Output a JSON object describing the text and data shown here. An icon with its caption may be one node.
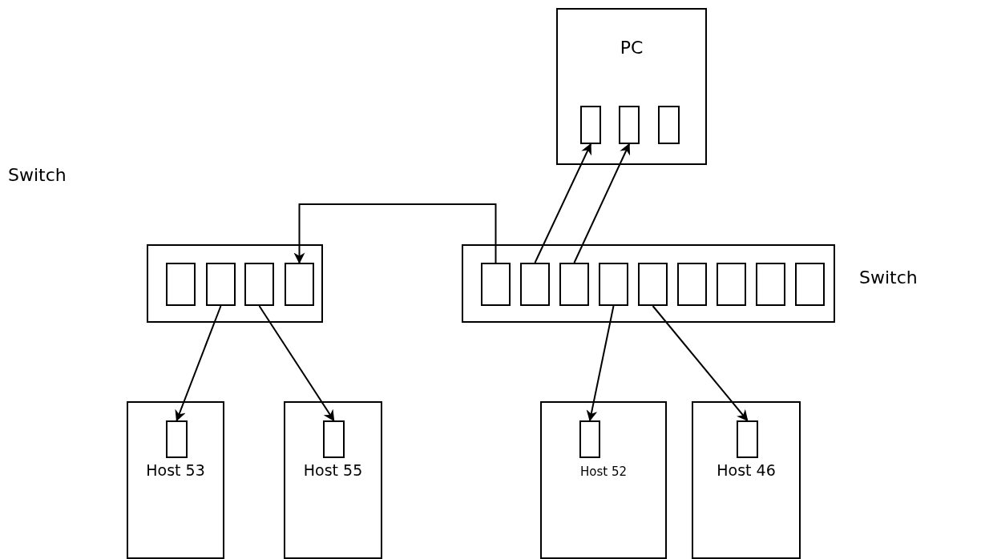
{
  "diagram": {
    "nodes": [
      {
        "text": [
          "PC"
        ]
      },
      {
        "text": [],
        "shape": "box",
        "in": 0
      },
      {
        "text": [],
        "shape": "box",
        "in": 0
      },
      {
        "text": [],
        "shape": "box",
        "in": 0
      },
      {
        "text": [],
        "shape": "box"
      },
      {
        "text": [],
        "shape": "box",
        "in": 4
      },
      {
        "text": [],
        "shape": "box",
        "in": 4
      },
      {
        "text": [],
        "shape": "box",
        "in": 4
      },
      {
        "text": [],
        "shape": "box",
        "in": 4
      },
      {
        "text": [],
        "shape": "box",
        "beside": [
          "Switch"
        ]
      },
      {
        "text": [],
        "shape": "box",
        "in": 9
      },
      {
        "text": [],
        "shape": "box",
        "in": 9
      },
      {
        "text": [],
        "shape": "box",
        "in": 9
      },
      {
        "text": [],
        "shape": "box",
        "in": 9
      },
      {
        "text": [],
        "shape": "box",
        "in": 9
      },
      {
        "text": [],
        "shape": "box",
        "in": 9
      },
      {
        "text": [],
        "shape": "box",
        "in": 9
      },
      {
        "text": [],
        "shape": "box",
        "in": 9
      },
      {
        "text": [],
        "shape": "box",
        "in": 9
      },
      {
        "text": [
          "Host 53"
        ]
      },
      {
        "text": [],
        "shape": "box",
        "in": 19
      },
      {
        "text": [
          "Host 55"
        ]
      },
      {
        "text": [],
        "shape": "box",
        "in": 21
      },
      {
        "text": [
          "Host 52"
        ]
      },
      {
        "text": [],
        "shape": "box",
        "in": 23
      },
      {
        "text": [
          "Host 46"
        ]
      },
      {
        "text": [],
        "shape": "box",
        "in": 25
      }
    ],
    "edges": [
      {
        "from": 10,
        "to": 8,
        "arrow": "to"
      },
      {
        "from": 11,
        "to": 1,
        "arrow": "to"
      },
      {
        "from": 12,
        "to": 2,
        "arrow": "to"
      },
      {
        "from": 6,
        "to": 20,
        "arrow": "to"
      },
      {
        "from": 7,
        "to": 22,
        "arrow": "to"
      },
      {
        "from": 13,
        "to": 24,
        "arrow": "to"
      },
      {
        "from": 14,
        "to": 26,
        "arrow": "to"
      }
    ],
    "labels": [
      "Switch"
    ]
  }
}
